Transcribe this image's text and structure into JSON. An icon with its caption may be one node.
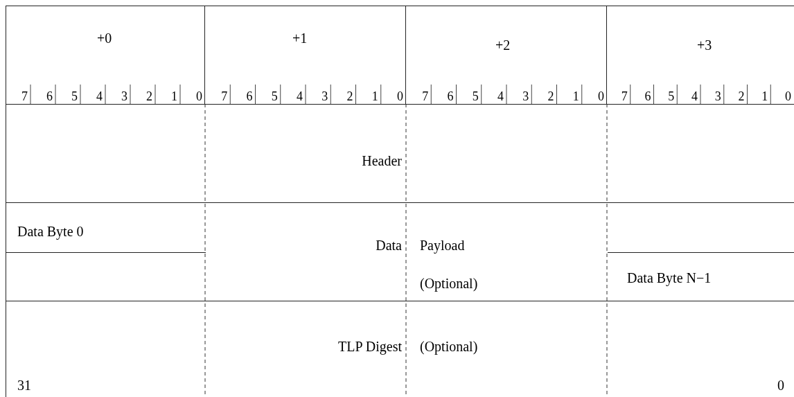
{
  "diagram": {
    "nodes": [
      {
        "text": [
          "+0"
        ]
      },
      {
        "text": [
          "+1"
        ]
      },
      {
        "text": [
          "+2"
        ]
      },
      {
        "text": [
          "+3"
        ]
      },
      {
        "text": [
          "Header"
        ]
      },
      {
        "text": [
          "Data",
          "Payload",
          "(Optional)"
        ]
      },
      {
        "text": [
          "Data Byte 0"
        ],
        "in": 5
      },
      {
        "text": [
          "Data Byte N−1"
        ],
        "in": 5
      },
      {
        "text": [
          "TLP Digest",
          "(Optional)"
        ]
      }
    ],
    "labels": [
      "7",
      "6",
      "5",
      "4",
      "3",
      "2",
      "1",
      "0",
      "7",
      "6",
      "5",
      "4",
      "3",
      "2",
      "1",
      "0",
      "7",
      "6",
      "5",
      "4",
      "3",
      "2",
      "1",
      "0",
      "7",
      "6",
      "5",
      "4",
      "3",
      "2",
      "1",
      "0",
      "31",
      "0"
    ]
  }
}
